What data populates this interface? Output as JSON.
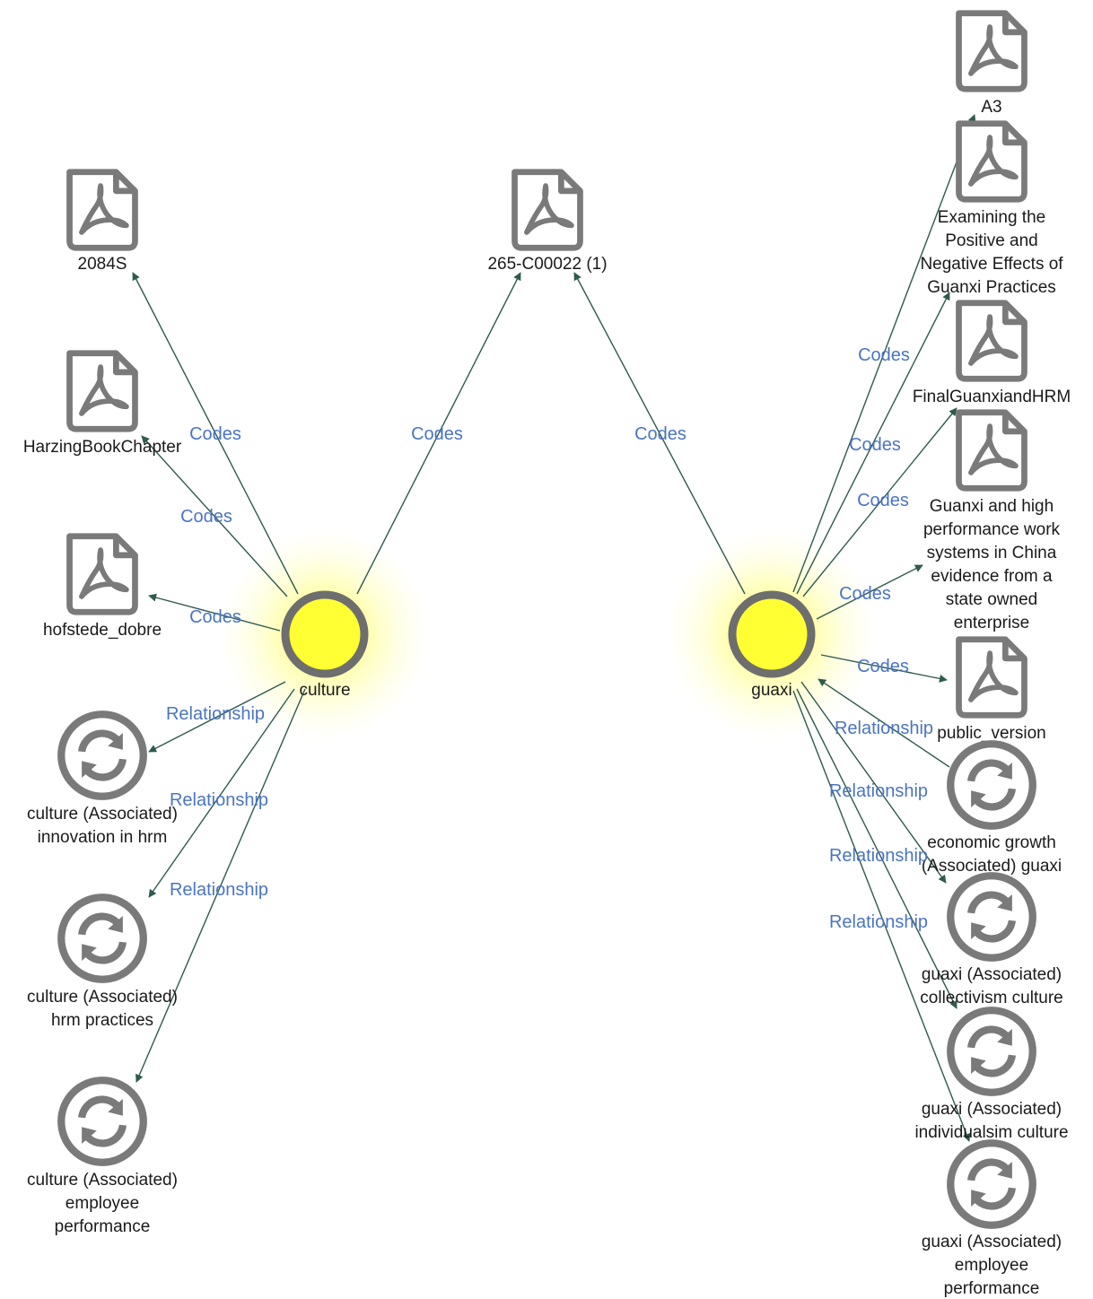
{
  "centers": [
    {
      "id": "culture",
      "label": "culture",
      "icon": "concept-circle-icon",
      "glow": "#ffff66"
    },
    {
      "id": "guaxi",
      "label": "guaxi",
      "icon": "concept-circle-icon",
      "glow": "#ffff66"
    }
  ],
  "documents": [
    {
      "id": "d2084s",
      "label": [
        "2084S"
      ],
      "icon": "pdf-file-icon"
    },
    {
      "id": "dharzing",
      "label": [
        "HarzingBookChapter"
      ],
      "icon": "pdf-file-icon"
    },
    {
      "id": "dhofstede",
      "label": [
        "hofstede_dobre"
      ],
      "icon": "pdf-file-icon"
    },
    {
      "id": "d265",
      "label": [
        "265-C00022 (1)"
      ],
      "icon": "pdf-file-icon"
    },
    {
      "id": "da3",
      "label": [
        "A3"
      ],
      "icon": "pdf-file-icon"
    },
    {
      "id": "dexam",
      "label": [
        "Examining the",
        "Positive and",
        "Negative Effects of",
        "Guanxi Practices"
      ],
      "icon": "pdf-file-icon"
    },
    {
      "id": "dfinal",
      "label": [
        "FinalGuanxiandHRM"
      ],
      "icon": "pdf-file-icon"
    },
    {
      "id": "dhpws",
      "label": [
        "Guanxi and high",
        "performance work",
        "systems in China",
        "evidence from a",
        "state owned",
        "enterprise"
      ],
      "icon": "pdf-file-icon"
    },
    {
      "id": "dpublic",
      "label": [
        "public_version"
      ],
      "icon": "pdf-file-icon"
    }
  ],
  "relationships": [
    {
      "id": "rcinno",
      "label": [
        "culture (Associated)",
        "innovation in hrm"
      ],
      "icon": "relationship-cycle-icon"
    },
    {
      "id": "rchrm",
      "label": [
        "culture (Associated)",
        "hrm practices"
      ],
      "icon": "relationship-cycle-icon"
    },
    {
      "id": "rcperf",
      "label": [
        "culture (Associated)",
        "employee",
        "performance"
      ],
      "icon": "relationship-cycle-icon"
    },
    {
      "id": "recon",
      "label": [
        "economic growth",
        "(Associated) guaxi"
      ],
      "icon": "relationship-cycle-icon"
    },
    {
      "id": "rgcoll",
      "label": [
        "guaxi (Associated)",
        "collectivism culture"
      ],
      "icon": "relationship-cycle-icon"
    },
    {
      "id": "rgind",
      "label": [
        "guaxi (Associated)",
        "individualsim culture"
      ],
      "icon": "relationship-cycle-icon"
    },
    {
      "id": "rgperf",
      "label": [
        "guaxi (Associated)",
        "employee",
        "performance"
      ],
      "icon": "relationship-cycle-icon"
    }
  ],
  "edges": [
    {
      "from": "culture",
      "to": "d2084s",
      "label": "Codes"
    },
    {
      "from": "culture",
      "to": "dharzing",
      "label": "Codes"
    },
    {
      "from": "culture",
      "to": "dhofstede",
      "label": "Codes"
    },
    {
      "from": "culture",
      "to": "d265",
      "label": "Codes"
    },
    {
      "from": "culture",
      "to": "rcinno",
      "label": "Relationship"
    },
    {
      "from": "culture",
      "to": "rchrm",
      "label": "Relationship"
    },
    {
      "from": "culture",
      "to": "rcperf",
      "label": "Relationship"
    },
    {
      "from": "guaxi",
      "to": "d265",
      "label": "Codes"
    },
    {
      "from": "guaxi",
      "to": "da3",
      "label": "Codes"
    },
    {
      "from": "guaxi",
      "to": "dexam",
      "label": "Codes"
    },
    {
      "from": "guaxi",
      "to": "dfinal",
      "label": "Codes"
    },
    {
      "from": "guaxi",
      "to": "dhpws",
      "label": "Codes"
    },
    {
      "from": "guaxi",
      "to": "dpublic",
      "label": "Codes"
    },
    {
      "from": "recon",
      "to": "guaxi",
      "label": "Relationship"
    },
    {
      "from": "guaxi",
      "to": "rgcoll",
      "label": "Relationship"
    },
    {
      "from": "guaxi",
      "to": "rgind",
      "label": "Relationship"
    },
    {
      "from": "guaxi",
      "to": "rgperf",
      "label": "Relationship"
    }
  ],
  "colors": {
    "edge": "#2f5a4e",
    "edge_label": "#4a74c4",
    "icon_gray": "#7a7a7a",
    "glow": "#ffff00"
  }
}
